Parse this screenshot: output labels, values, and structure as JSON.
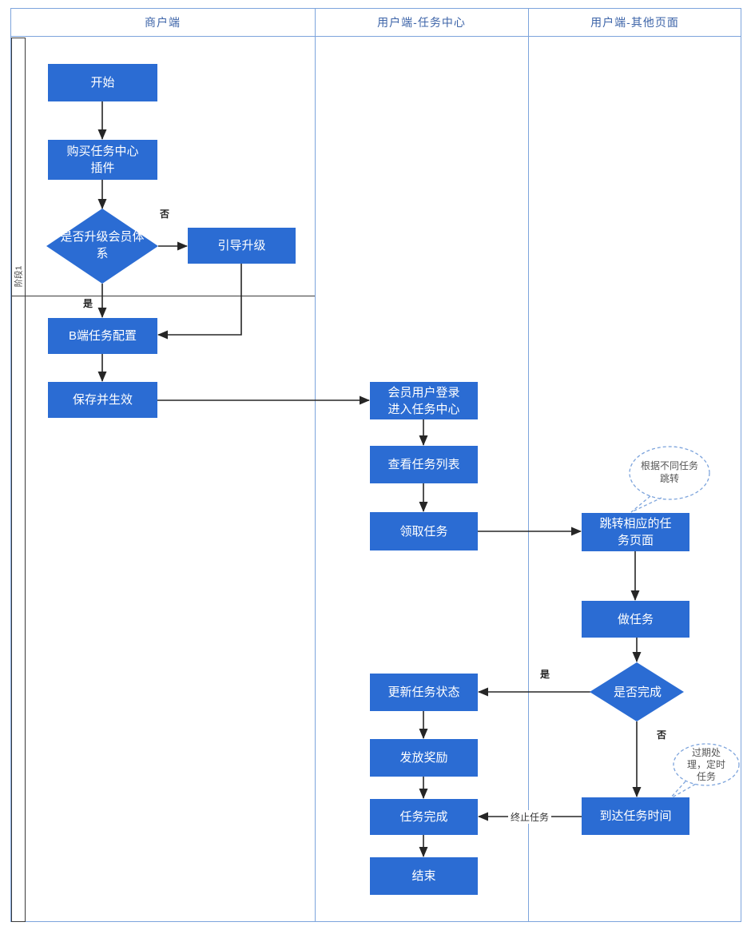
{
  "diagram": {
    "lanes": [
      {
        "label": "商户端"
      },
      {
        "label": "用户端-任务中心"
      },
      {
        "label": "用户端-其他页面"
      }
    ],
    "phase_label": "阶段1",
    "nodes": {
      "start": "开始",
      "buy_plugin": "购买任务中心插件",
      "upgrade_decision": "是否升级会员体系",
      "guide_upgrade": "引导升级",
      "b_task_config": "B端任务配置",
      "save_effective": "保存并生效",
      "member_login": "会员用户登录进入任务中心",
      "view_task_list": "查看任务列表",
      "claim_task": "领取任务",
      "jump_task_page": "跳转相应的任务页面",
      "do_task": "做任务",
      "complete_decision": "是否完成",
      "update_status": "更新任务状态",
      "grant_reward": "发放奖励",
      "task_complete": "任务完成",
      "end": "结束",
      "reach_task_time": "到达任务时间"
    },
    "edge_labels": {
      "upgrade_no": "否",
      "upgrade_yes": "是",
      "complete_yes": "是",
      "complete_no": "否",
      "terminate": "终止任务"
    },
    "annotations": {
      "jump_note": "根据不同任务跳转",
      "expire_note": "过期处理，定时任务"
    },
    "colors": {
      "node_fill": "#2b6cd3",
      "node_text": "#ffffff",
      "lane_border": "#7da4dc",
      "header_text": "#3d64a8",
      "phase_border": "#3b3b3b",
      "arrow_line": "#262626",
      "note_text": "#555555"
    }
  }
}
